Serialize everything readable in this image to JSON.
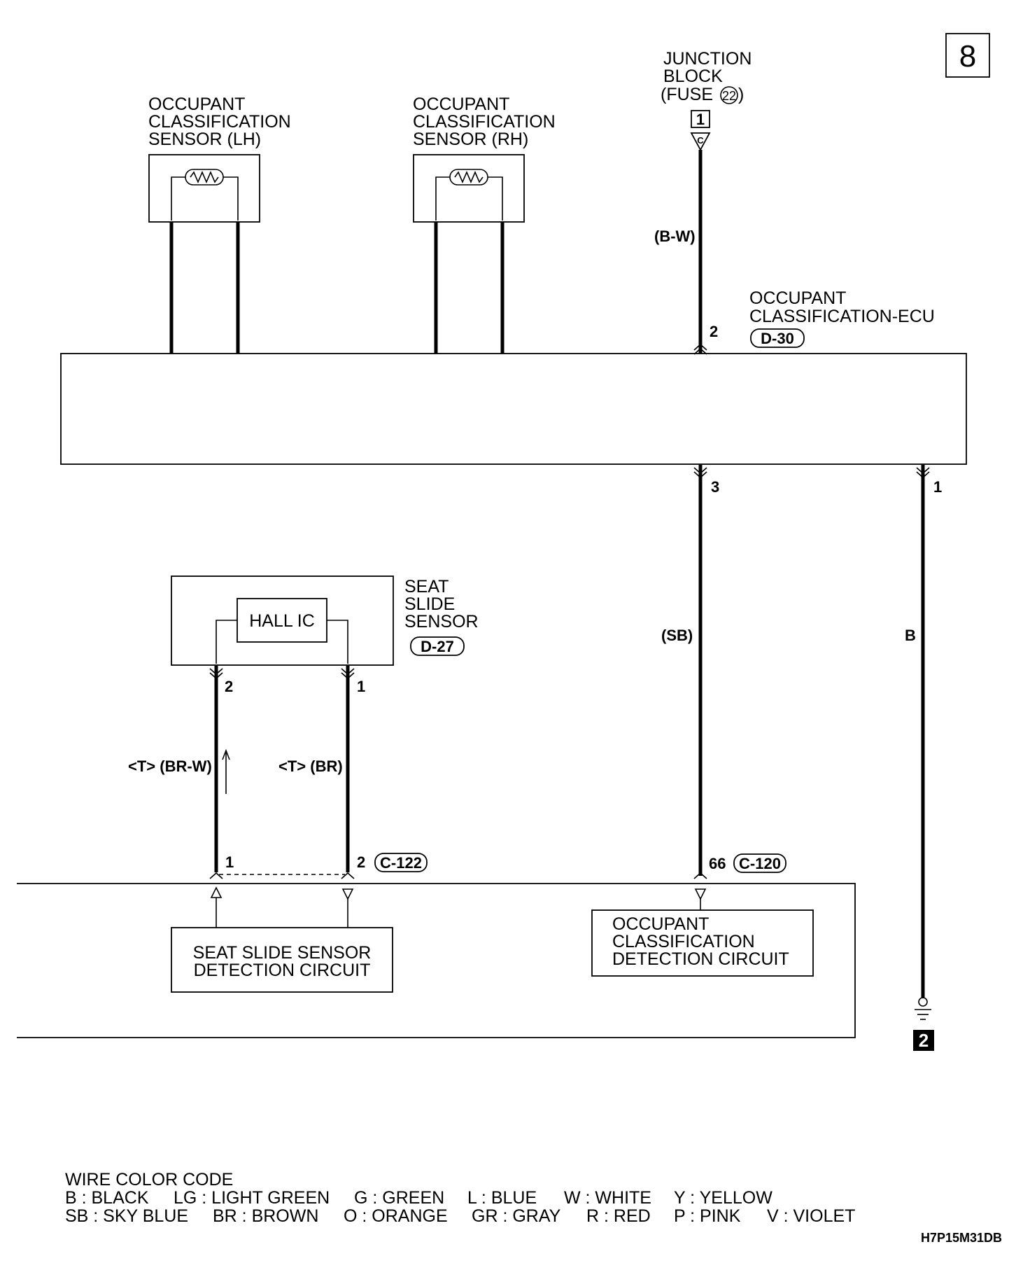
{
  "page_number": "8",
  "junction_block": {
    "lines": [
      "JUNCTION",
      "BLOCK"
    ],
    "fuse_prefix": "(FUSE",
    "fuse_number": "22",
    "fuse_suffix": ")",
    "connector_pin": "1",
    "connector_letter": "C",
    "wire_color": "(B-W)"
  },
  "sensor_lh": {
    "lines": [
      "OCCUPANT",
      "CLASSIFICATION",
      "SENSOR (LH)"
    ]
  },
  "sensor_rh": {
    "lines": [
      "OCCUPANT",
      "CLASSIFICATION",
      "SENSOR (RH)"
    ]
  },
  "ecu": {
    "lines": [
      "OCCUPANT",
      "CLASSIFICATION-ECU"
    ],
    "connector": "D-30",
    "pin_top": "2",
    "pin_bottom_sb": "3",
    "pin_bottom_ground": "1"
  },
  "seat_slide_sensor": {
    "lines": [
      "SEAT",
      "SLIDE",
      "SENSOR"
    ],
    "connector": "D-27",
    "hall_ic": "HALL IC",
    "pin_left": "2",
    "pin_right": "1"
  },
  "wires": {
    "left": "<T> (BR-W)",
    "right": "<T> (BR)",
    "ecu_sb": "(SB)",
    "ground": "B"
  },
  "lower_unit": {
    "pin_left": "1",
    "pin_right": "2",
    "connector_left": "C-122",
    "pin_sb": "66",
    "connector_right": "C-120",
    "seat_slide_circuit": [
      "SEAT SLIDE SENSOR",
      "DETECTION CIRCUIT"
    ],
    "occupant_circuit": [
      "OCCUPANT",
      "CLASSIFICATION",
      "DETECTION CIRCUIT"
    ]
  },
  "ground_number": "2",
  "wire_color_code": {
    "title": "WIRE COLOR CODE",
    "row1": [
      "B : BLACK",
      "LG : LIGHT GREEN",
      "G : GREEN",
      "L : BLUE",
      "W : WHITE",
      "Y : YELLOW"
    ],
    "row2": [
      "SB : SKY BLUE",
      "BR : BROWN",
      "O : ORANGE",
      "GR : GRAY",
      "R : RED",
      "P : PINK",
      "V : VIOLET"
    ]
  },
  "diagram_code": "H7P15M31DB"
}
